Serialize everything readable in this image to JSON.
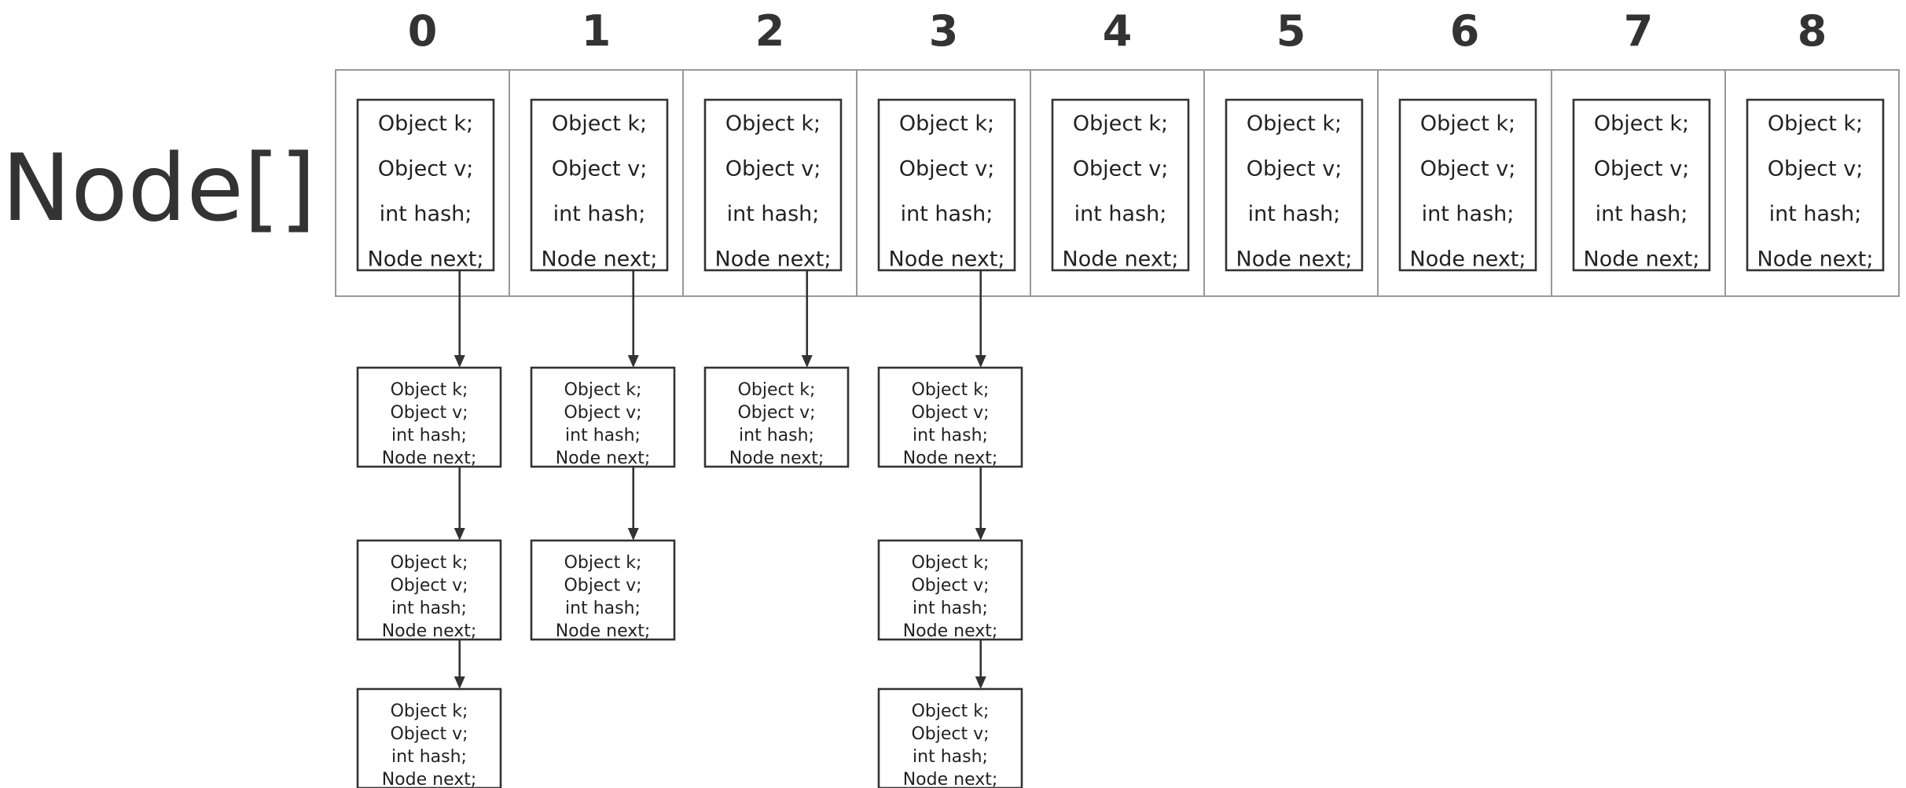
{
  "array_label": "Node[]",
  "indices": [
    "0",
    "1",
    "2",
    "3",
    "4",
    "5",
    "6",
    "7",
    "8"
  ],
  "node_fields": [
    "Object k;",
    "Object v;",
    "int hash;",
    "Node next;"
  ],
  "chains": [
    {
      "index": 0,
      "length": 3
    },
    {
      "index": 1,
      "length": 2
    },
    {
      "index": 2,
      "length": 1
    },
    {
      "index": 3,
      "length": 3
    },
    {
      "index": 4,
      "length": 0
    },
    {
      "index": 5,
      "length": 0
    },
    {
      "index": 6,
      "length": 0
    },
    {
      "index": 7,
      "length": 0
    },
    {
      "index": 8,
      "length": 0
    }
  ]
}
